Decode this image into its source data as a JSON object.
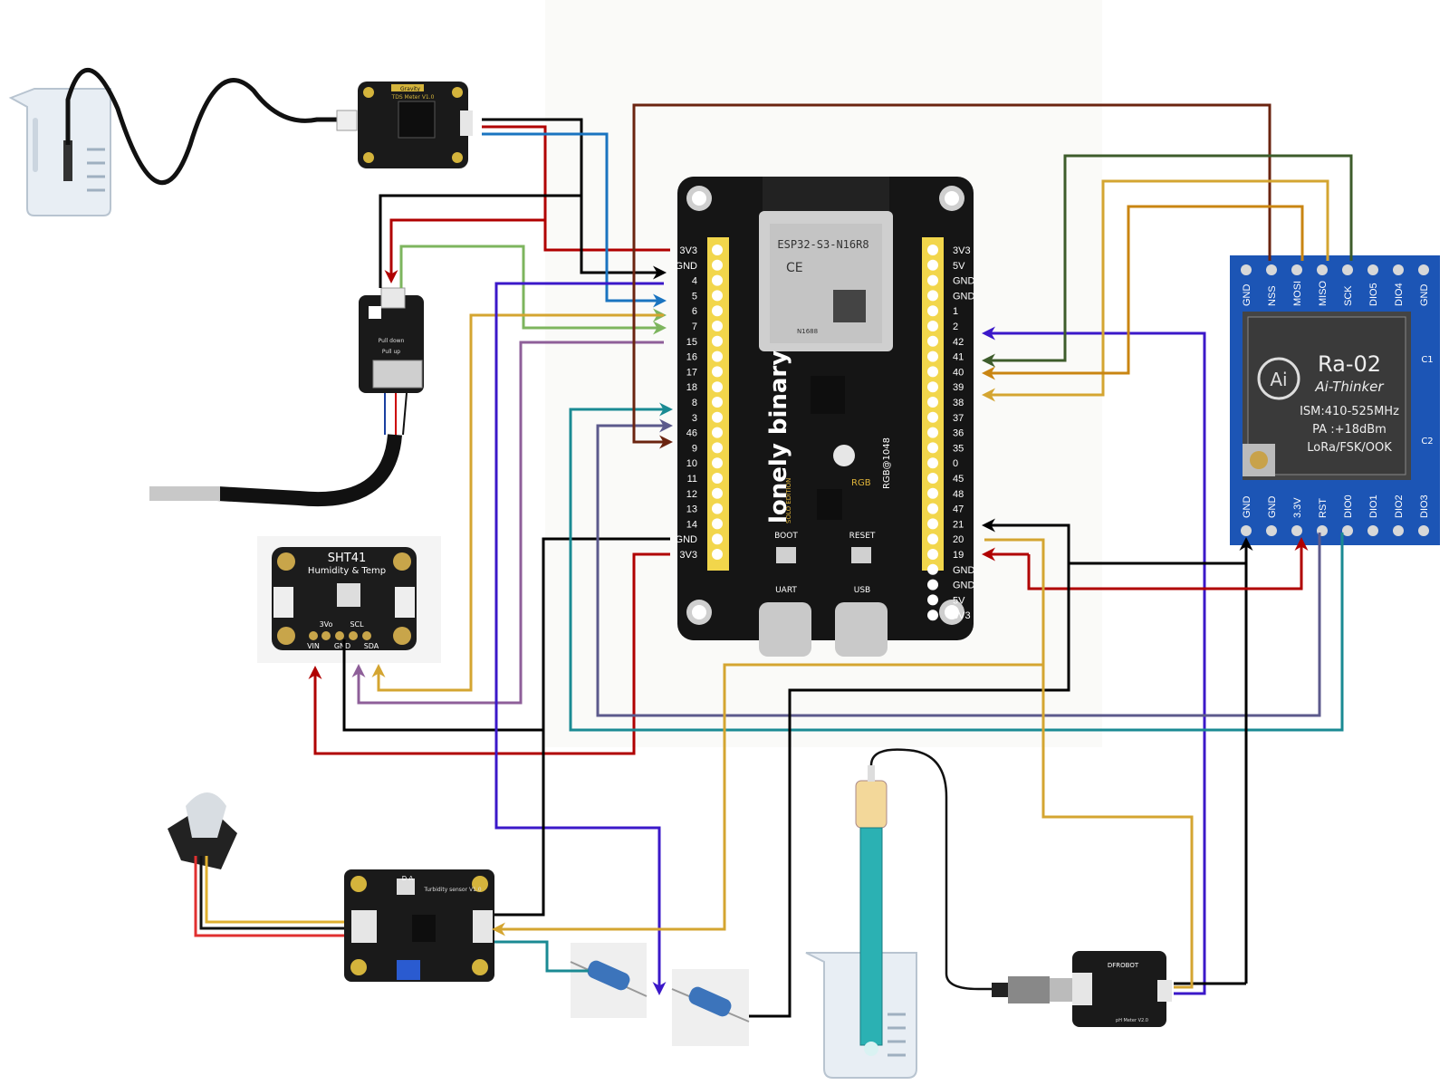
{
  "esp32": {
    "module_label": "ESP32-S3-N16R8",
    "brand": "lonely binary",
    "edition": "SOLO EDITION",
    "rgb_silk": "RGB",
    "rgb_pin_silk": "RGB@1048",
    "boot": "BOOT",
    "reset": "RESET",
    "uart": "UART",
    "usb": "USB",
    "chip_text": "N1688",
    "ce_mark": "CE",
    "left_pins": [
      "3V3",
      "GND",
      "4",
      "5",
      "6",
      "7",
      "15",
      "16",
      "17",
      "18",
      "8",
      "3",
      "46",
      "9",
      "10",
      "11",
      "12",
      "13",
      "14",
      "GND",
      "3V3"
    ],
    "right_pins": [
      "3V3",
      "5V",
      "GND",
      "GND",
      "1",
      "2",
      "42",
      "41",
      "40",
      "39",
      "38",
      "37",
      "36",
      "35",
      "0",
      "45",
      "48",
      "47",
      "21",
      "20",
      "19",
      "GND",
      "GND",
      "5V",
      "3V3"
    ]
  },
  "lora": {
    "title": "Ra-02",
    "brand": "Ai-Thinker",
    "spec1": "ISM:410-525MHz",
    "spec2": "PA :+18dBm",
    "spec3": "LoRa/FSK/OOK",
    "top_pins": [
      "GND",
      "NSS",
      "MOSI",
      "MISO",
      "SCK",
      "DIO5",
      "DIO4",
      "GND"
    ],
    "bottom_pins": [
      "GND",
      "GND",
      "3.3V",
      "RST",
      "DIO0",
      "DIO1",
      "DIO2",
      "DIO3"
    ],
    "c1": "C1",
    "c2": "C2"
  },
  "sht41": {
    "title": "SHT41",
    "subtitle": "Humidity & Temp",
    "pins": [
      "VIN",
      "GND",
      "SDA"
    ],
    "pins_top": [
      "3Vo",
      "SCL"
    ]
  },
  "tds": {
    "label": "TDS Meter V1.0",
    "brand": "Gravity"
  },
  "temp_probe": {
    "label1": "Pull down",
    "label2": "Pull up"
  },
  "turbidity": {
    "label": "Turbidity sensor V1.0",
    "switch": "D A"
  },
  "ph": {
    "brand": "DFROBOT",
    "label": "pH Meter V2.0"
  },
  "colors": {
    "red": "#b00000",
    "black": "#000000",
    "blue": "#1a74c0",
    "green": "#7db55e",
    "yellow": "#d4a531",
    "purple": "#8e5f99",
    "teal": "#1a8a93",
    "brown": "#6b2410",
    "violet": "#3b18c9",
    "darkgreen": "#3d5c2b",
    "orange": "#c98512",
    "slate": "#5c5a8c"
  }
}
